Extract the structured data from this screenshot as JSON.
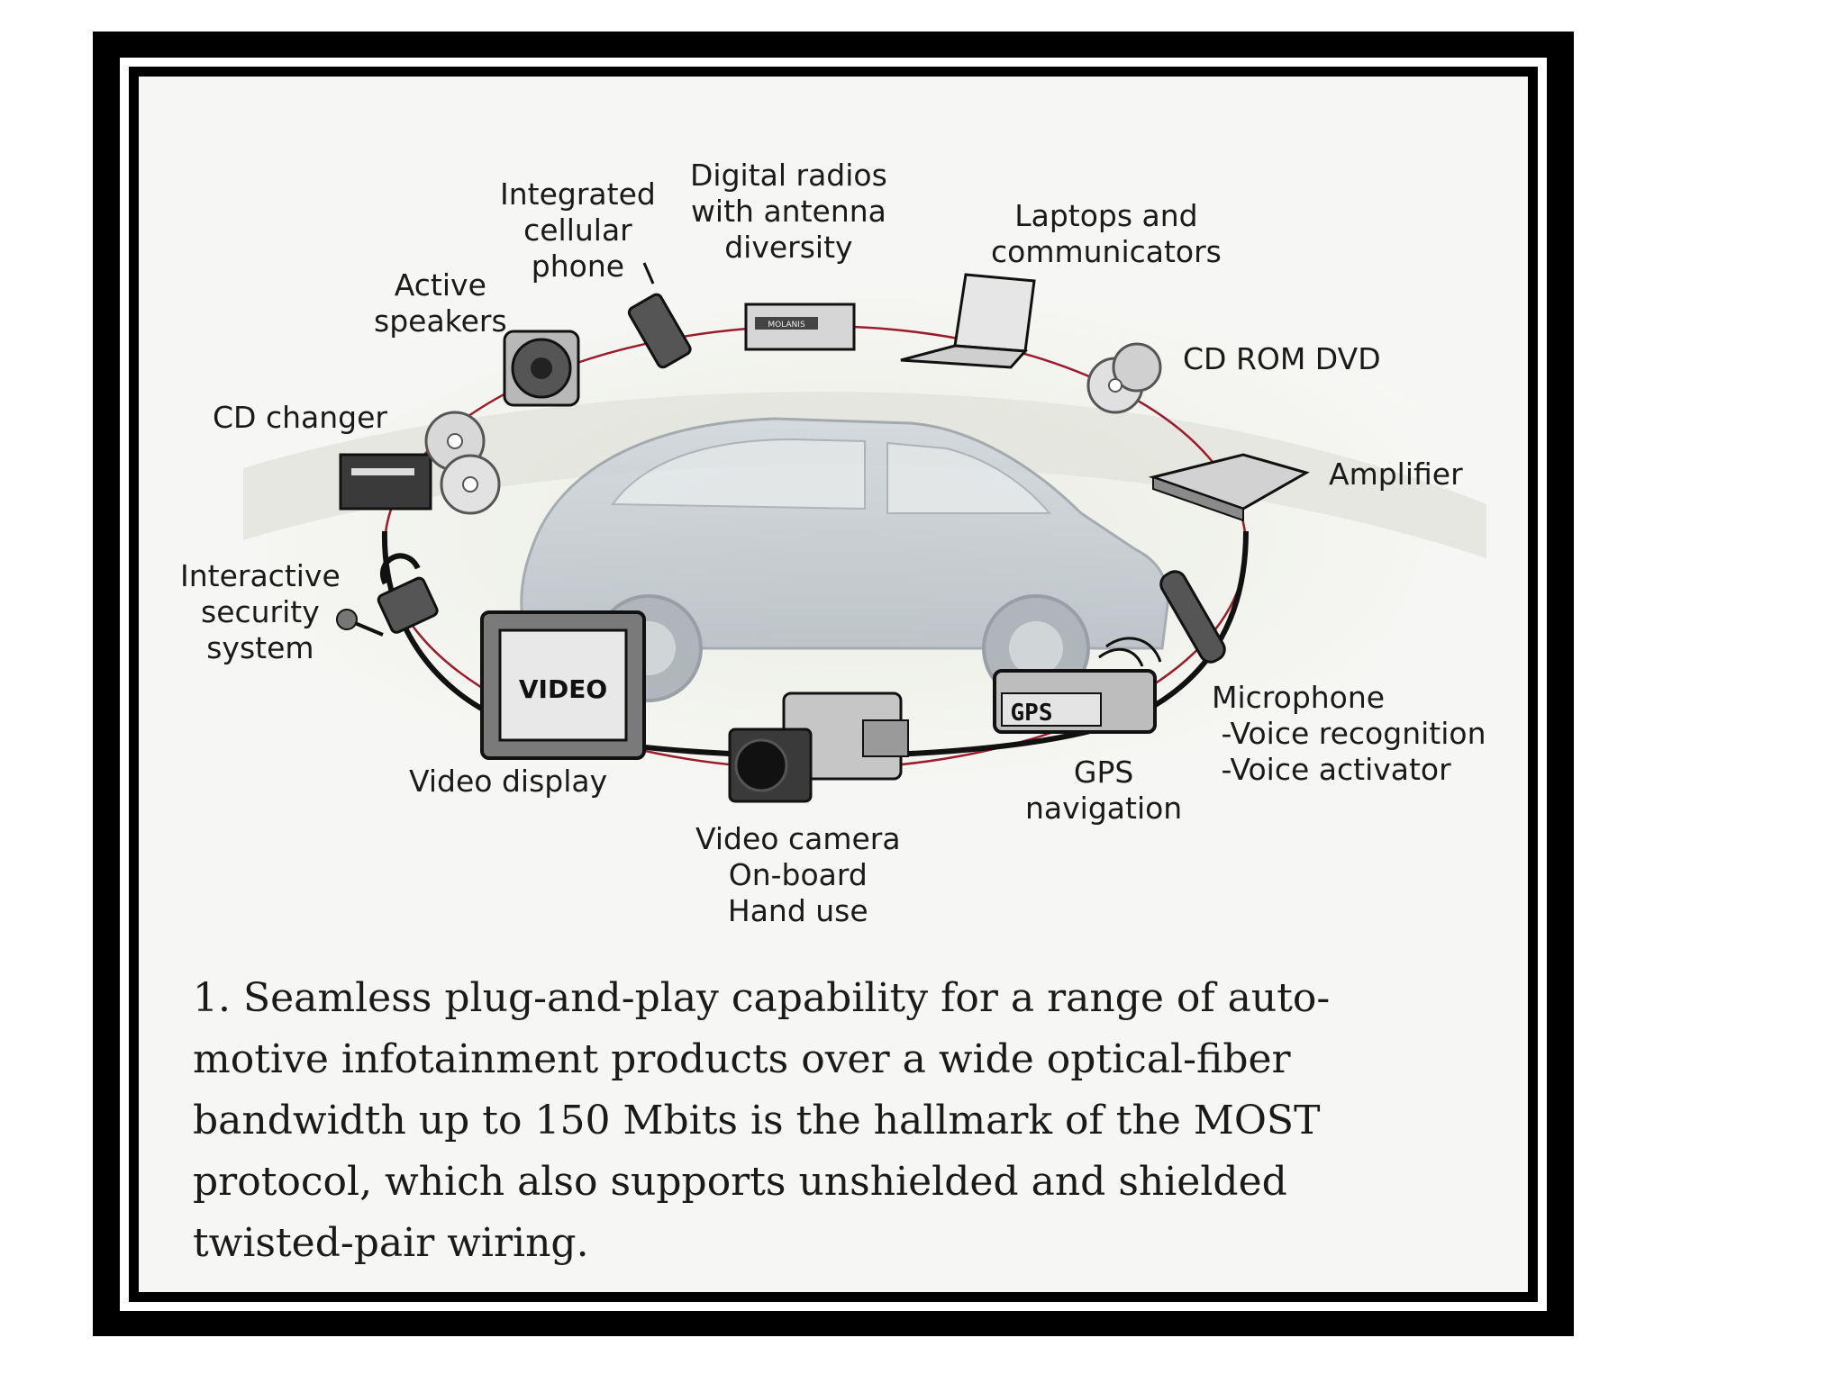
{
  "labels": {
    "integrated_cellular_phone": "Integrated\ncellular\nphone",
    "digital_radios": "Digital radios\nwith antenna\ndiversity",
    "laptops": "Laptops and\ncommunicators",
    "active_speakers": "Active\nspeakers",
    "cd_rom_dvd": "CD ROM DVD",
    "cd_changer": "CD changer",
    "amplifier": "Amplifier",
    "interactive_security": "Interactive\nsecurity\nsystem",
    "microphone": "Microphone\n -Voice recognition\n -Voice activator",
    "video_display": "Video display",
    "gps_navigation": "GPS\nnavigation",
    "video_camera": "Video camera\nOn-board\nHand use"
  },
  "device_text": {
    "video_screen": "VIDEO",
    "gps_unit": "GPS",
    "radio_unit": "MOLANIS"
  },
  "caption": "1. Seamless plug-and-play capability for a range of auto-\nmotive infotainment products over a wide optical-fiber\nbandwidth up to 150 Mbits is the hallmark of the MOST\nprotocol, which also supports unshielded and shielded\ntwisted-pair wiring.",
  "colors": {
    "frame": "#000000",
    "ring": "#111111",
    "ring_fiber": "#9b1c2c"
  }
}
